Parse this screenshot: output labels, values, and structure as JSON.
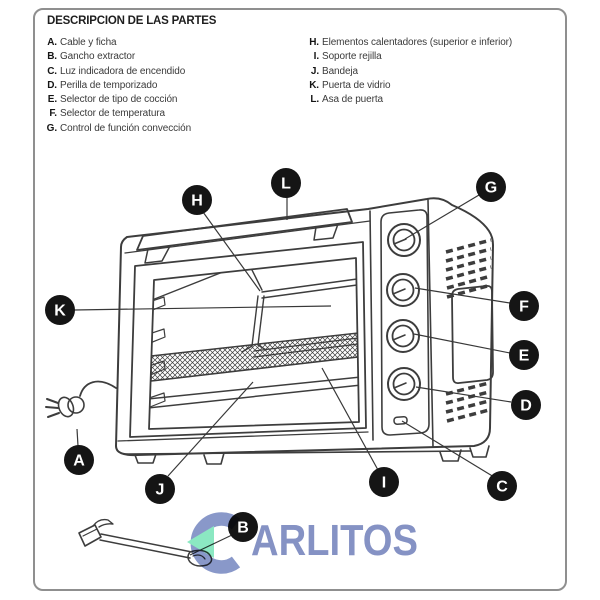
{
  "title": "DESCRIPCION DE LAS PARTES",
  "parts_left": [
    {
      "key": "A.",
      "label": "Cable y ficha"
    },
    {
      "key": "B.",
      "label": "Gancho extractor"
    },
    {
      "key": "C.",
      "label": "Luz indicadora de encendido"
    },
    {
      "key": "D.",
      "label": "Perilla de temporizado"
    },
    {
      "key": "E.",
      "label": "Selector de tipo de cocción"
    },
    {
      "key": "F.",
      "label": "Selector de temperatura"
    },
    {
      "key": "G.",
      "label": "Control de función convección"
    }
  ],
  "parts_right": [
    {
      "key": "H.",
      "label": "Elementos calentadores (superior e inferior)"
    },
    {
      "key": "I.",
      "label": "Soporte rejilla"
    },
    {
      "key": "J.",
      "label": "Bandeja"
    },
    {
      "key": "K.",
      "label": "Puerta de vidrio"
    },
    {
      "key": "L.",
      "label": "Asa de puerta"
    }
  ],
  "callouts": [
    "A",
    "B",
    "C",
    "D",
    "E",
    "F",
    "G",
    "H",
    "I",
    "J",
    "K",
    "L"
  ],
  "watermark": {
    "text": "ARLITOS",
    "text_color": "#8592c4",
    "triangle_color": "#8BE8C2"
  },
  "colors": {
    "line": "#3d3d3d",
    "callout_bg": "#151515",
    "border": "#8f8f8f"
  }
}
